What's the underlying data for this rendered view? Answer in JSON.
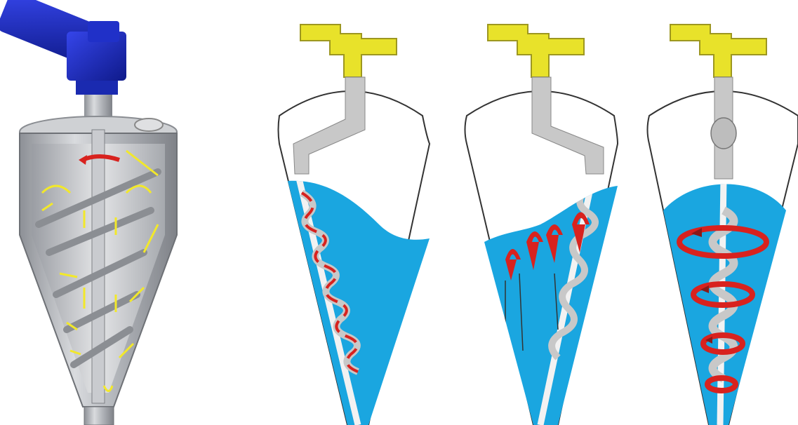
{
  "figure": {
    "panels": [
      {
        "id": "cutaway",
        "kind": "3d-render"
      },
      {
        "id": "mode-1",
        "kind": "schematic",
        "arm_position": "tilted-left"
      },
      {
        "id": "mode-2",
        "kind": "schematic",
        "arm_position": "tilted-right"
      },
      {
        "id": "mode-3",
        "kind": "schematic",
        "arm_position": "vertical"
      }
    ],
    "colors": {
      "motor": "#1f2fd0",
      "drive_head": "#e8e22a",
      "arm": "#c8c8c8",
      "liquid": "#1aa6e0",
      "flow_arrow": "#d8221e",
      "cutaway_arrow": "#f2e82a",
      "vessel_steel": "#b9bcc2"
    },
    "icons": [
      "motor-icon",
      "drive-head-icon",
      "flow-arrow-icon",
      "screw-auger-icon"
    ]
  }
}
